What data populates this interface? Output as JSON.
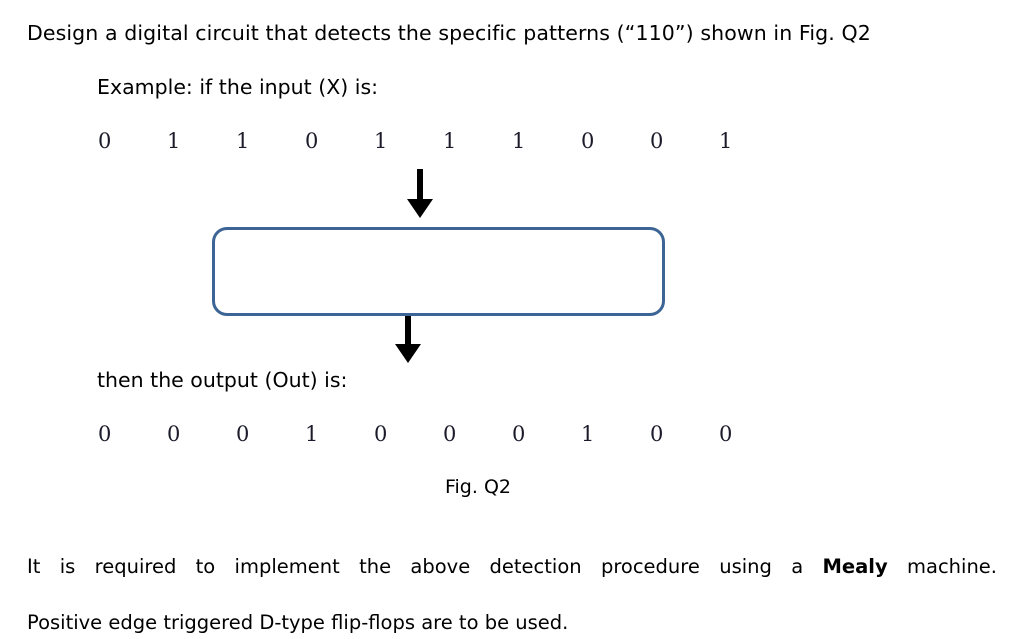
{
  "document": {
    "prompt": "Design a digital circuit that detects the specific patterns (“110”) shown in Fig. Q2",
    "example_label": "Example: if the input (X) is:",
    "output_label": "then the output (Out) is:",
    "figure_caption": "Fig. Q2",
    "closing_line1_a": "It is required to implement the above detection procedure using a ",
    "closing_line1_bold": "Mealy",
    "closing_line1_b": " machine.",
    "closing_line2": "Positive edge triggered D-type flip-flops are to be used."
  },
  "diagram": {
    "input_sequence": [
      "0",
      "1",
      "1",
      "0",
      "1",
      "1",
      "1",
      "0",
      "0",
      "1"
    ],
    "output_sequence": [
      "0",
      "0",
      "0",
      "1",
      "0",
      "0",
      "0",
      "1",
      "0",
      "0"
    ],
    "box_label": "",
    "box_border_color": "#3c6596",
    "arrow_color": "#000000",
    "top_arrow_name": "input-arrow-down",
    "bottom_arrow_name": "output-arrow-down"
  }
}
